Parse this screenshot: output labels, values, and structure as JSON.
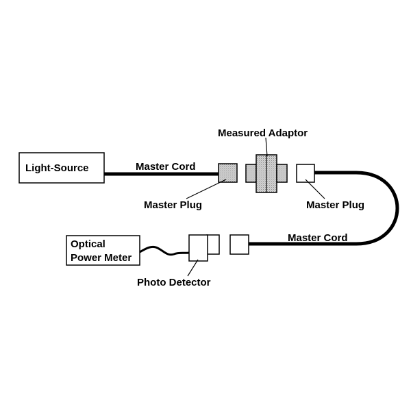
{
  "components": {
    "light_source": {
      "label": "Light-Source"
    },
    "optical_power_meter": {
      "label_line1": "Optical",
      "label_line2": "Power Meter"
    },
    "photo_detector": {
      "label": "Photo Detector"
    },
    "measured_adaptor": {
      "label": "Measured Adaptor"
    },
    "master_plug_left": {
      "label": "Master Plug"
    },
    "master_plug_right": {
      "label": "Master Plug"
    },
    "master_cord_top": {
      "label": "Master Cord"
    },
    "master_cord_bottom": {
      "label": "Master Cord"
    }
  },
  "colors": {
    "line": "#000000",
    "fill_gray": "#c8c8c8",
    "background": "#ffffff"
  }
}
